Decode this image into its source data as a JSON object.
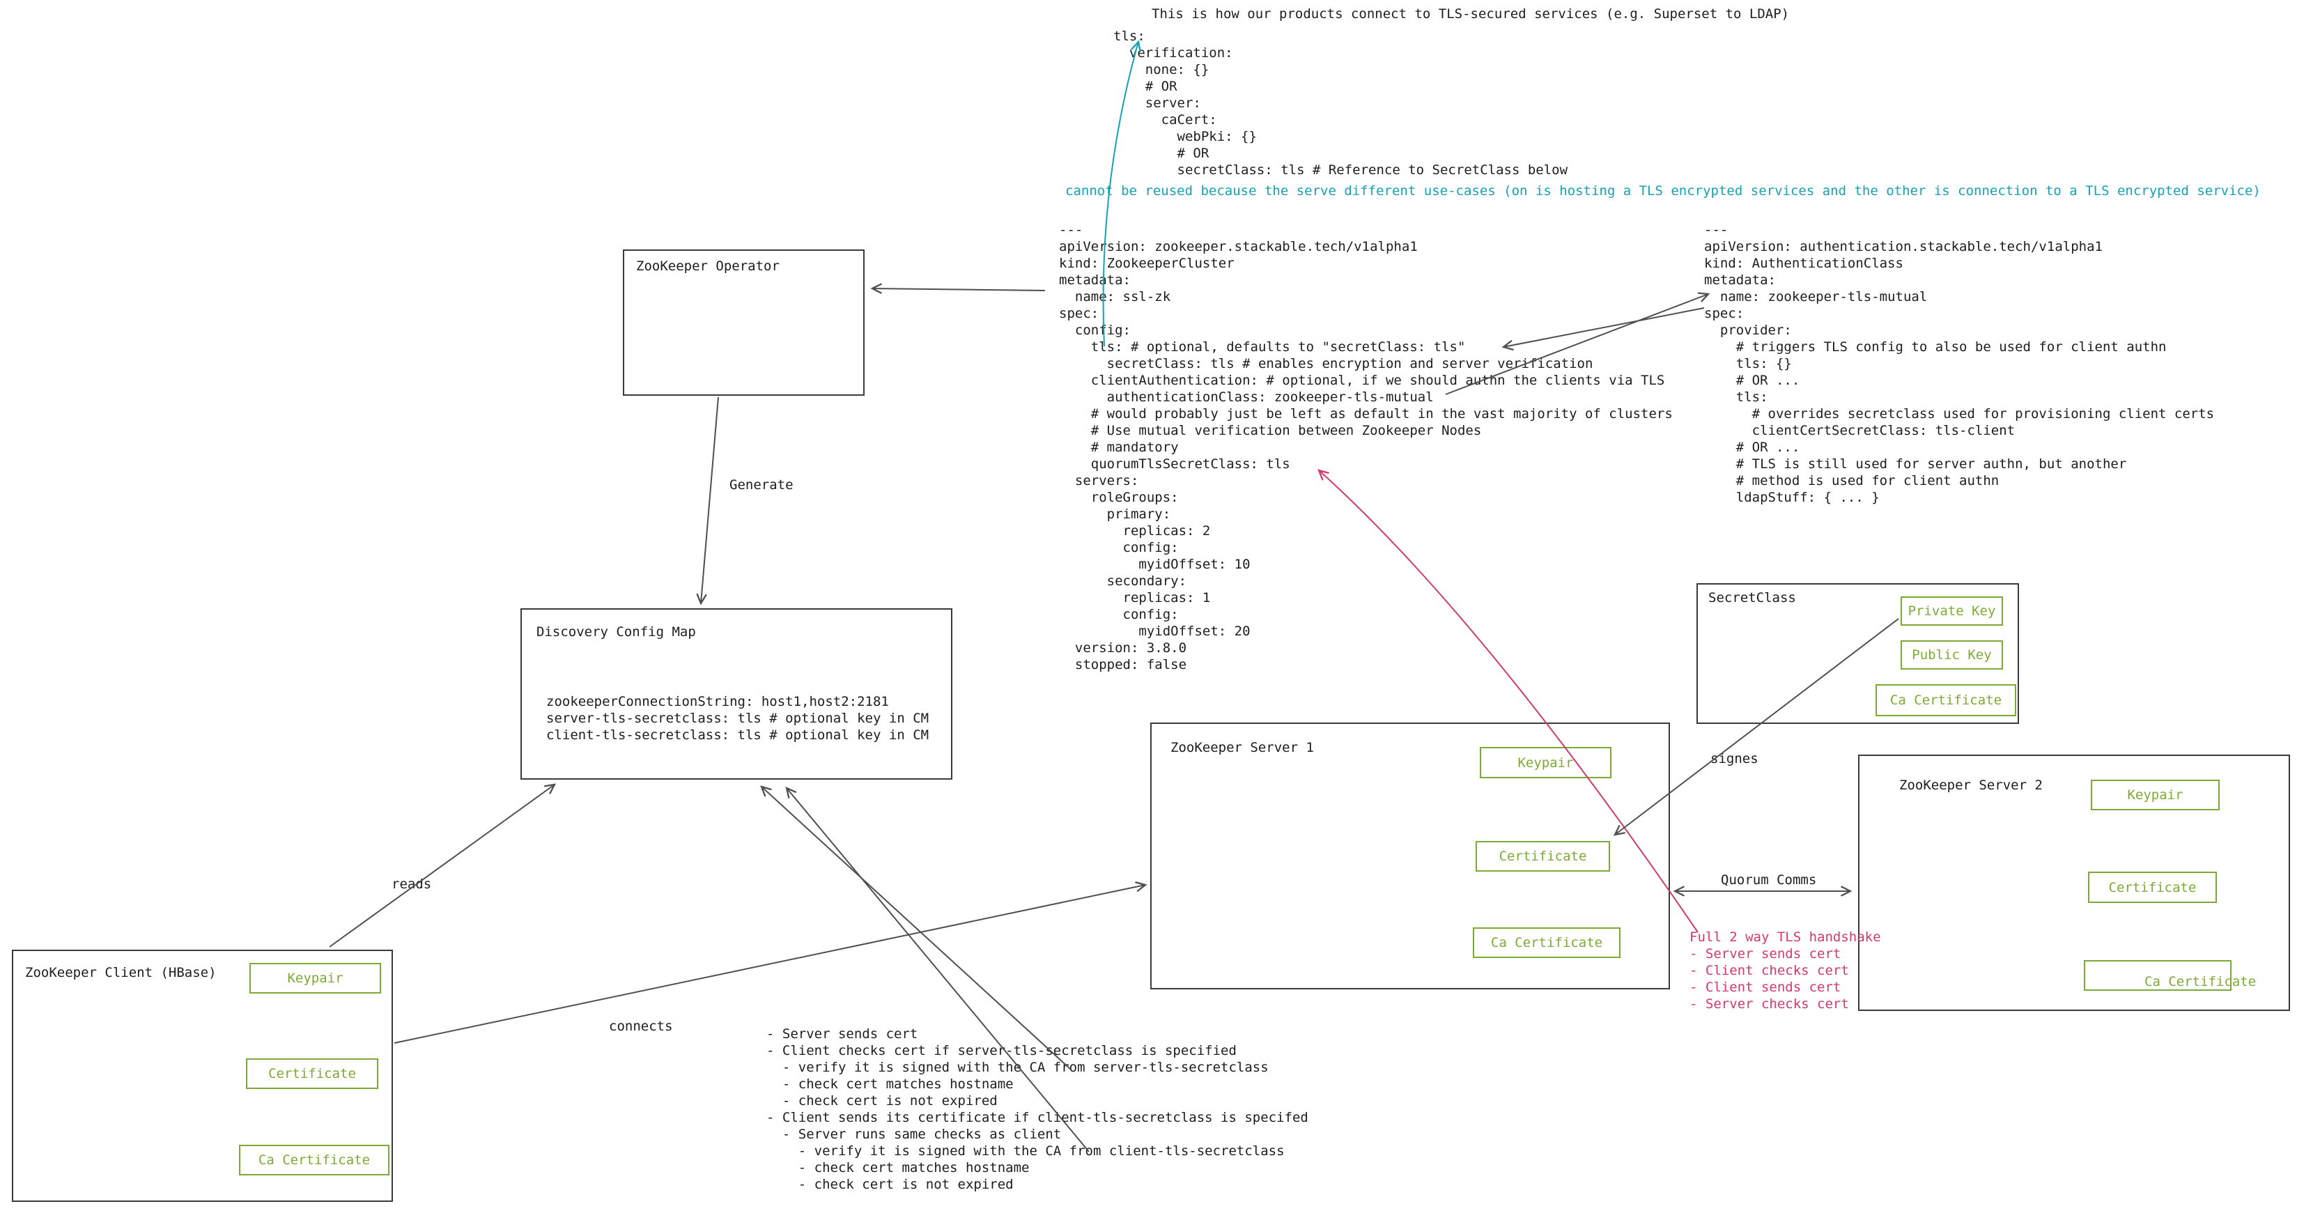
{
  "colors": {
    "ink": "#1d1d1d",
    "arrow": "#4f4f4f",
    "teal": "#16a1b4",
    "pink": "#d13a6a",
    "green": "#7cab35"
  },
  "top": {
    "title": "This is how our products connect to TLS-secured services (e.g. Superset to LDAP)",
    "yaml_lines": [
      "tls:",
      "  verification:",
      "    none: {}",
      "    # OR",
      "    server:",
      "      caCert:",
      "        webPki: {}",
      "        # OR",
      "        secretClass: tls # Reference to SecretClass below"
    ],
    "teal_note": "cannot be reused because the serve different use-cases (on is hosting a TLS encrypted services and the other is connection to a TLS encrypted service)"
  },
  "yaml_cluster": {
    "lines": [
      "---",
      "apiVersion: zookeeper.stackable.tech/v1alpha1",
      "kind: ZookeeperCluster",
      "metadata:",
      "  name: ssl-zk",
      "spec:",
      "  config:",
      "    tls: # optional, defaults to \"secretClass: tls\"",
      "      secretClass: tls # enables encryption and server verification",
      "    clientAuthentication: # optional, if we should authn the clients via TLS",
      "      authenticationClass: zookeeper-tls-mutual",
      "    # would probably just be left as default in the vast majority of clusters",
      "    # Use mutual verification between Zookeeper Nodes",
      "    # mandatory",
      "    quorumTlsSecretClass: tls",
      "  servers:",
      "    roleGroups:",
      "      primary:",
      "        replicas: 2",
      "        config:",
      "          myidOffset: 10",
      "      secondary:",
      "        replicas: 1",
      "        config:",
      "          myidOffset: 20",
      "  version: 3.8.0",
      "  stopped: false"
    ]
  },
  "yaml_authclass": {
    "lines": [
      "---",
      "apiVersion: authentication.stackable.tech/v1alpha1",
      "kind: AuthenticationClass",
      "metadata:",
      "  name: zookeeper-tls-mutual",
      "spec:",
      "  provider:",
      "    # triggers TLS config to also be used for client authn",
      "    tls: {}",
      "    # OR ...",
      "    tls:",
      "      # overrides secretclass used for provisioning client certs",
      "      clientCertSecretClass: tls-client",
      "    # OR ...",
      "    # TLS is still used for server authn, but another",
      "    # method is used for client authn",
      "    ldapStuff: { ... }"
    ]
  },
  "boxes": {
    "operator": {
      "label": "ZooKeeper Operator"
    },
    "discovery_cm": {
      "label": "Discovery Config Map",
      "lines": [
        "zookeeperConnectionString: host1,host2:2181",
        "server-tls-secretclass: tls # optional key in CM",
        "client-tls-secretclass: tls # optional key in CM"
      ]
    },
    "secretclass": {
      "label": "SecretClass",
      "items": [
        "Private Key",
        "Public Key",
        "Ca Certificate"
      ]
    },
    "server1": {
      "label": "ZooKeeper Server 1",
      "items": [
        "Keypair",
        "Certificate",
        "Ca Certificate"
      ]
    },
    "server2": {
      "label": "ZooKeeper Server 2",
      "items": [
        "Keypair",
        "Certificate",
        "Ca Certificate"
      ]
    },
    "client": {
      "label": "ZooKeeper Client (HBase)",
      "items": [
        "Keypair",
        "Certificate",
        "Ca Certificate"
      ]
    }
  },
  "edge_labels": {
    "generate": "Generate",
    "reads": "reads",
    "connects": "connects",
    "signes": "signes",
    "quorum": "Quorum Comms"
  },
  "handshake_note": {
    "title": "Full 2 way TLS handshake",
    "lines": [
      "- Server sends cert",
      "- Client checks cert",
      "- Client sends cert",
      "- Server checks cert"
    ]
  },
  "checks_note": {
    "lines": [
      "- Server sends cert",
      "- Client checks cert if server-tls-secretclass is specified",
      "  - verify it is signed with the CA from server-tls-secretclass",
      "  - check cert matches hostname",
      "  - check cert is not expired",
      "- Client sends its certificate if client-tls-secretclass is specifed",
      "  - Server runs same checks as client",
      "    - verify it is signed with the CA from client-tls-secretclass",
      "    - check cert matches hostname",
      "    - check cert is not expired"
    ]
  }
}
